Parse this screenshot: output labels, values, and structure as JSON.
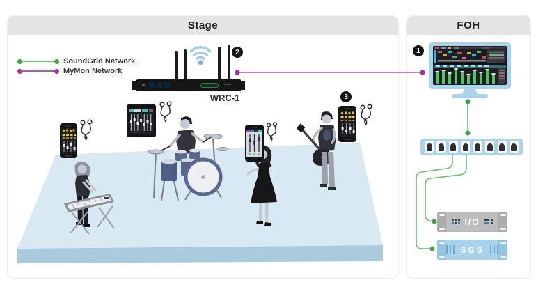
{
  "stage": {
    "title": "Stage",
    "wrc": {
      "label": "WRC-1",
      "badge": "2"
    },
    "mobile_apps_badge": "3",
    "musicians": [
      "keyboardist",
      "drummer",
      "singer",
      "guitarist"
    ],
    "personal_mixers": [
      "phone-mixer-app",
      "tablet-mixer-app",
      "phone-mixer-app",
      "phone-mixer-app"
    ],
    "earbuds_icon": "earbuds"
  },
  "legend": {
    "items": [
      {
        "label": "SoundGrid Network",
        "color": "#43A047"
      },
      {
        "label": "MyMon Network",
        "color": "#A83592"
      }
    ]
  },
  "foh": {
    "title": "FOH",
    "badge": "1",
    "monitor_screen": "mixer-software",
    "switch": {
      "port_count": 8
    },
    "io": {
      "label": "I/O"
    },
    "sgs": {
      "label": "SGS"
    }
  },
  "colors": {
    "soundgrid_green_line": "#6ABF6E",
    "soundgrid_green_dot": "#43A047",
    "mymon_magenta_line": "#C2519E",
    "mymon_magenta_dot": "#A83592",
    "device_blue": "#A9D3EB",
    "panel_header_gray": "#E4E4E4",
    "platform_top": "#D8E9F3",
    "platform_front": "#A8CBDD"
  }
}
